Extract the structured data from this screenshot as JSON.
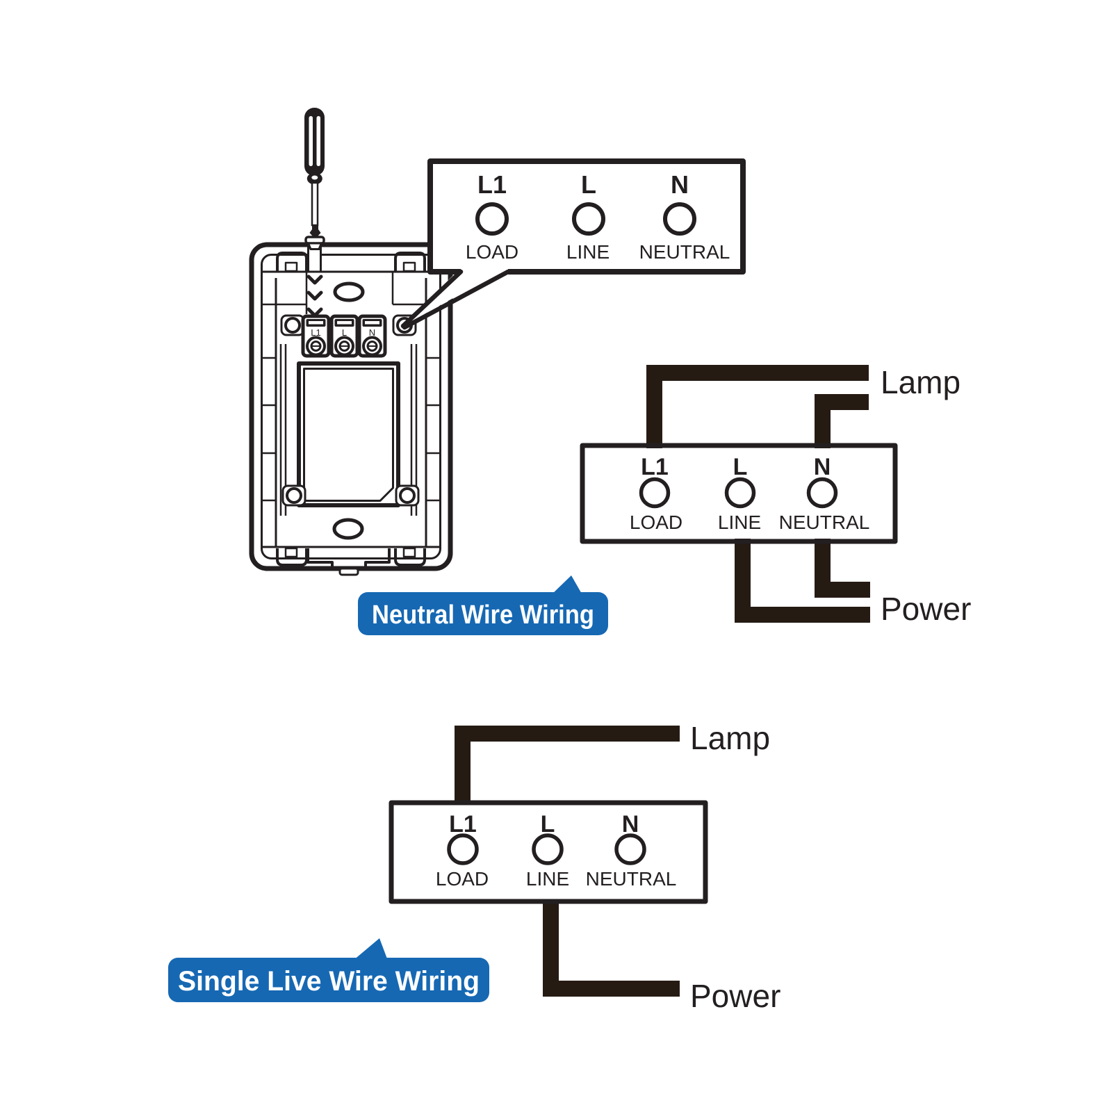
{
  "colors": {
    "ink": "#231f20",
    "wire": "#261b13",
    "badge_blue": "#1668b3",
    "badge_text": "#ffffff",
    "background": "#ffffff"
  },
  "switch": {
    "terminals": [
      "L1",
      "L",
      "N"
    ]
  },
  "callout": {
    "terminals": [
      "L1",
      "L",
      "N"
    ],
    "terminal_names": [
      "LOAD",
      "LINE",
      "NEUTRAL"
    ]
  },
  "neutral_wiring": {
    "badge": "Neutral Wire Wiring",
    "terminals": [
      "L1",
      "L",
      "N"
    ],
    "terminal_names": [
      "LOAD",
      "LINE",
      "NEUTRAL"
    ],
    "lamp": "Lamp",
    "power": "Power"
  },
  "single_wiring": {
    "badge": "Single Live Wire Wiring",
    "terminals": [
      "L1",
      "L",
      "N"
    ],
    "terminal_names": [
      "LOAD",
      "LINE",
      "NEUTRAL"
    ],
    "lamp": "Lamp",
    "power": "Power"
  }
}
